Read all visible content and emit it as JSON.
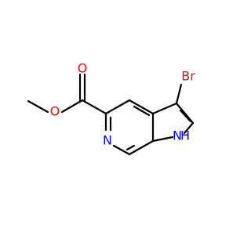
{
  "molecule": {
    "colors": {
      "bond": "#000000",
      "oxygen": "#ff0000",
      "nitrogen": "#0000ff",
      "bromine": "#a52a2a"
    },
    "labels": {
      "ester_o_single": "O",
      "carbonyl_o": "O",
      "pyridine_n": "N",
      "pyrrole_nh_n": "N",
      "pyrrole_nh_h": "H",
      "bromine": "Br"
    }
  }
}
